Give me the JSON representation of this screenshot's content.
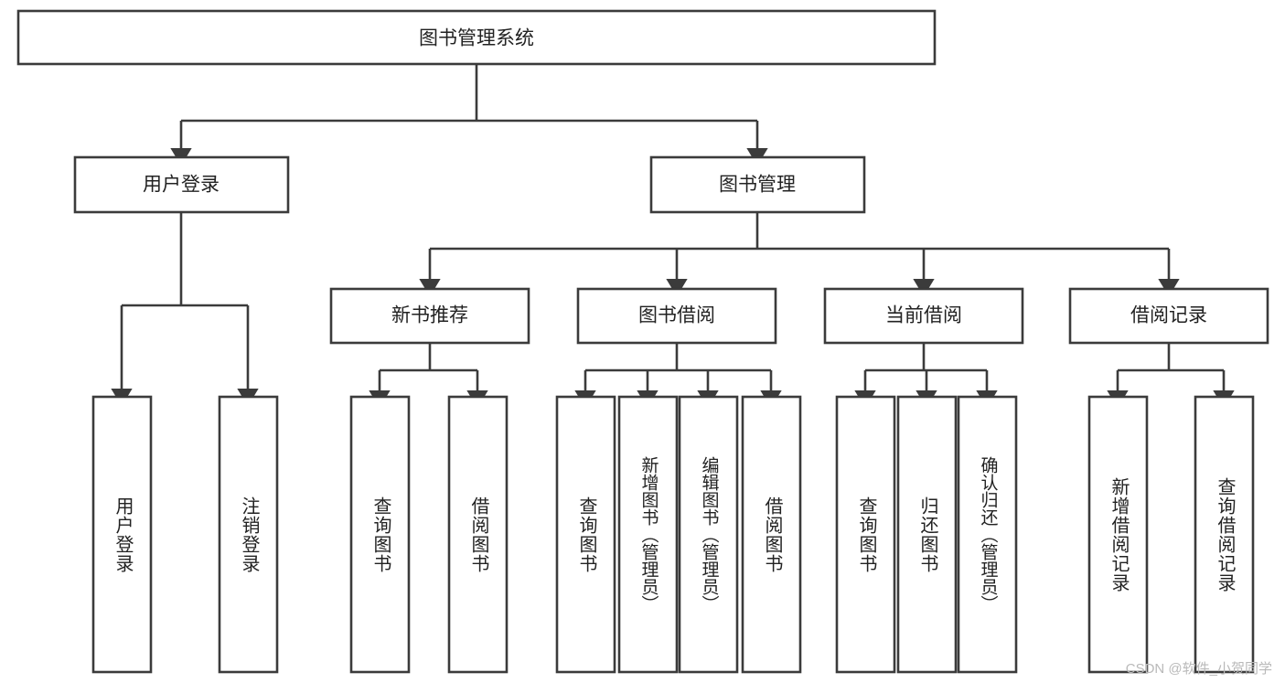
{
  "diagram": {
    "type": "tree",
    "title": "图书管理系统",
    "root": {
      "label": "图书管理系统"
    },
    "level2": [
      {
        "label": "用户登录"
      },
      {
        "label": "图书管理"
      }
    ],
    "level3": [
      {
        "label": "新书推荐"
      },
      {
        "label": "图书借阅"
      },
      {
        "label": "当前借阅"
      },
      {
        "label": "借阅记录"
      }
    ],
    "leaves": {
      "user_login": [
        {
          "label": "用户登录"
        },
        {
          "label": "注销登录"
        }
      ],
      "new_book_recommend": [
        {
          "label": "查询图书"
        },
        {
          "label": "借阅图书"
        }
      ],
      "book_borrow": [
        {
          "label": "查询图书"
        },
        {
          "label": "新增图书（管理员）"
        },
        {
          "label": "编辑图书（管理员）"
        },
        {
          "label": "借阅图书"
        }
      ],
      "current_borrow": [
        {
          "label": "查询图书"
        },
        {
          "label": "归还图书"
        },
        {
          "label": "确认归还（管理员）"
        }
      ],
      "borrow_record": [
        {
          "label": "新增借阅记录"
        },
        {
          "label": "查询借阅记录"
        }
      ]
    }
  },
  "watermark": {
    "text": "CSDN @软件_小贺同学"
  },
  "colors": {
    "stroke": "#3b3b3b",
    "fill": "#ffffff",
    "text": "#222222",
    "watermark": "#b9b9b9"
  }
}
